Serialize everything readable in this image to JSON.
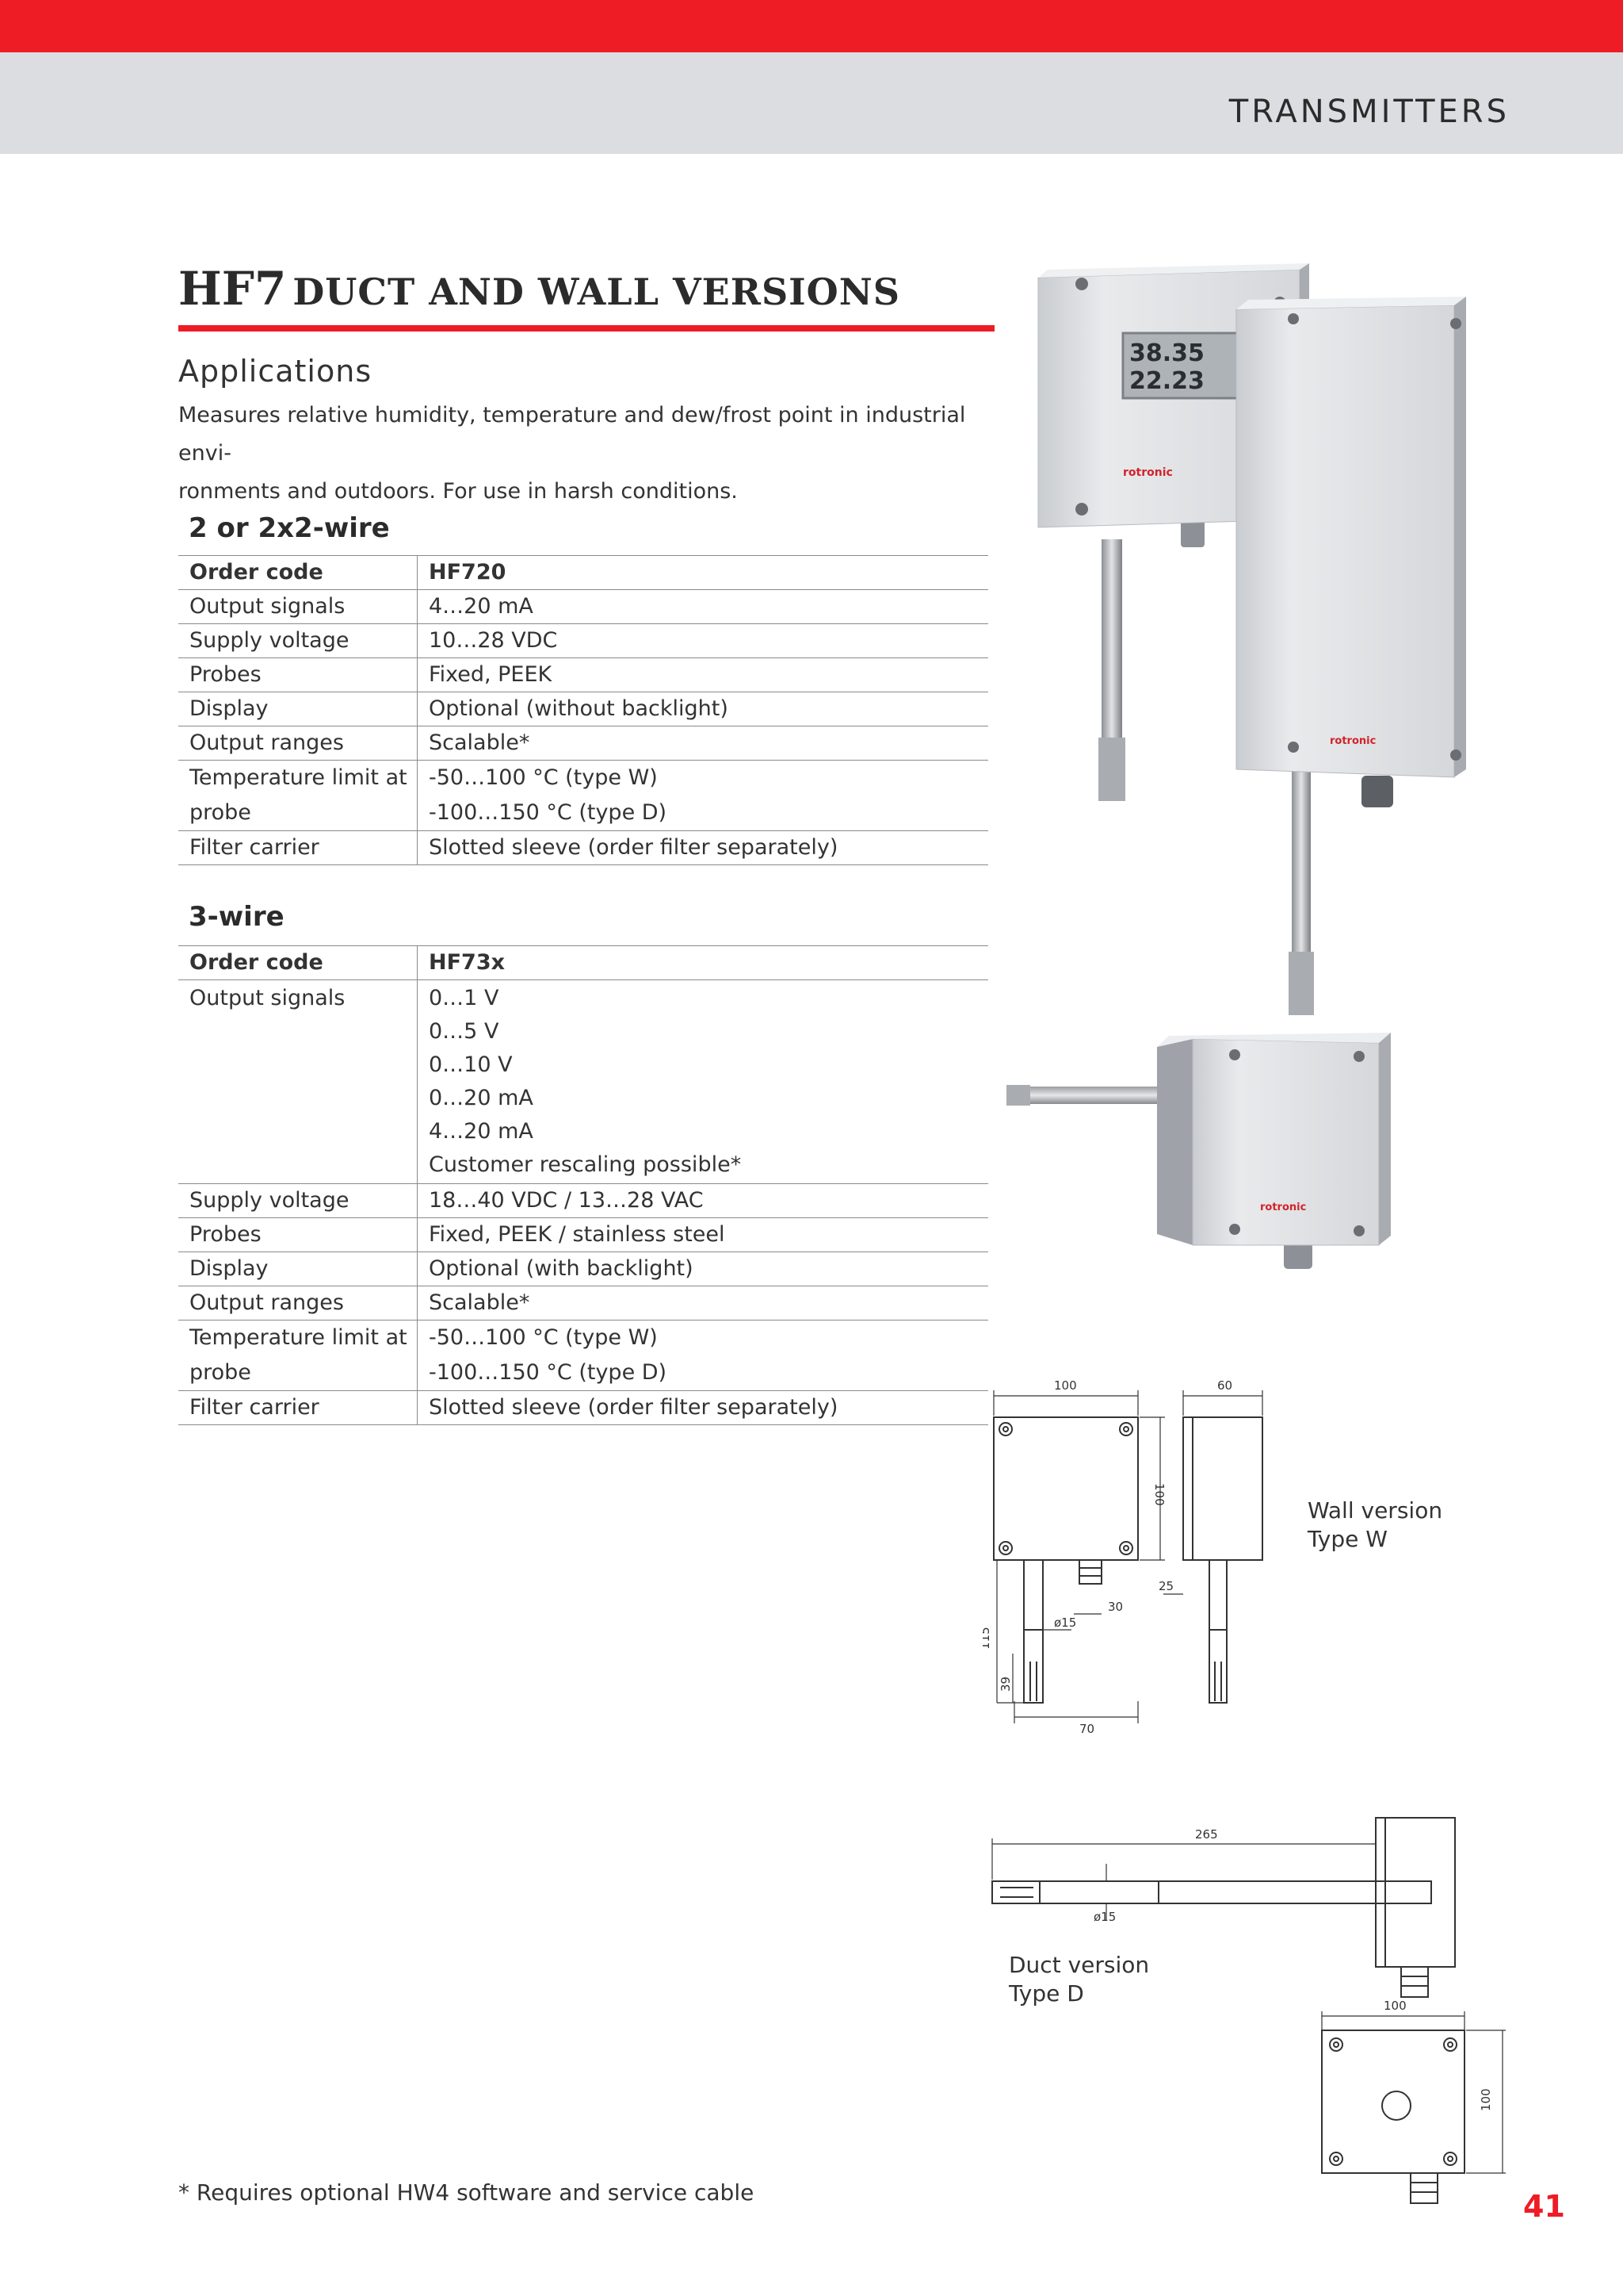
{
  "header": {
    "section": "TRANSMITTERS"
  },
  "title": {
    "model": "HF7",
    "rest": "DUCT AND WALL VERSIONS"
  },
  "applications": {
    "heading": "Applications",
    "line1": "Measures relative humidity, temperature and dew/frost point in industrial envi-",
    "line2": "ronments and outdoors. For use in harsh conditions."
  },
  "two_wire": {
    "heading": "2 or 2x2-wire",
    "rows": [
      {
        "k": "Order code",
        "v": "HF720"
      },
      {
        "k": "Output signals",
        "v": "4…20 mA"
      },
      {
        "k": "Supply voltage",
        "v": "10…28 VDC"
      },
      {
        "k": "Probes",
        "v": "Fixed, PEEK"
      },
      {
        "k": "Display",
        "v": "Optional (without backlight)"
      },
      {
        "k": "Output ranges",
        "v": "Scalable*"
      },
      {
        "k1": "Temperature limit at",
        "k2": "probe",
        "v1": "-50…100 °C (type W)",
        "v2": "-100…150 °C (type D)"
      },
      {
        "k": "Filter carrier",
        "v": "Slotted sleeve (order filter separately)"
      }
    ]
  },
  "three_wire": {
    "heading": "3-wire",
    "rows": [
      {
        "k": "Order code",
        "v": "HF73x"
      },
      {
        "k": "Output signals",
        "v": [
          "0…1 V",
          "0…5 V",
          "0…10 V",
          "0…20 mA",
          "4…20 mA",
          "Customer rescaling possible*"
        ]
      },
      {
        "k": "Supply voltage",
        "v": "18…40 VDC / 13…28 VAC"
      },
      {
        "k": "Probes",
        "v": "Fixed, PEEK / stainless steel"
      },
      {
        "k": "Display",
        "v": "Optional (with backlight)"
      },
      {
        "k": "Output ranges",
        "v": "Scalable*"
      },
      {
        "k1": "Temperature limit at",
        "k2": "probe",
        "v1": "-50…100 °C (type W)",
        "v2": "-100…150 °C (type D)"
      },
      {
        "k": "Filter carrier",
        "v": "Slotted sleeve (order filter separately)"
      }
    ]
  },
  "photos": {
    "display_line1": "38.35",
    "display_line2": "22.23",
    "brand": "rotronic"
  },
  "wall_drawing": {
    "caption1": "Wall version",
    "caption2": "Type W",
    "dims": {
      "width": "100",
      "depth": "60",
      "height": "100",
      "d25": "25",
      "d30": "30",
      "dia": "ø15",
      "d115": "115",
      "d39": "39",
      "d70": "70"
    }
  },
  "duct_drawing": {
    "caption1": "Duct version",
    "caption2": "Type D",
    "dims": {
      "length": "265",
      "dia": "ø15",
      "width": "100",
      "height": "100"
    }
  },
  "footnote": "* Requires optional HW4 software and service cable",
  "page_number": "41",
  "colors": {
    "accent": "#ee1c25",
    "header_grey": "#dcdde1"
  }
}
